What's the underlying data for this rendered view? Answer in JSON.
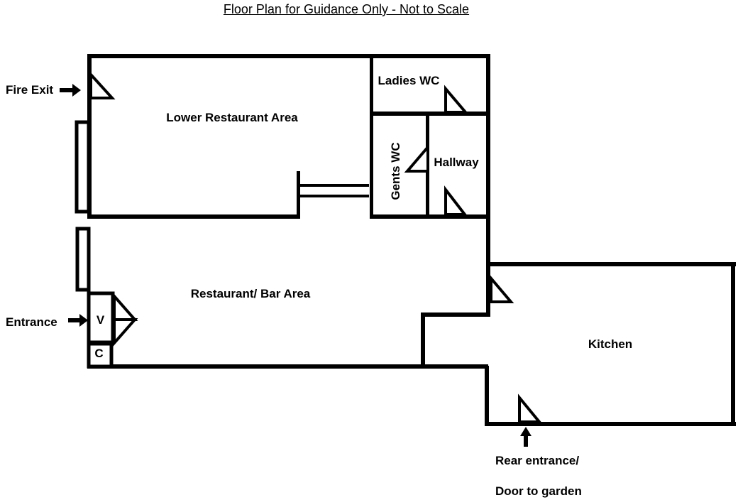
{
  "title": "Floor Plan for Guidance Only - Not to Scale",
  "colors": {
    "line": "#000000",
    "background": "#ffffff"
  },
  "rooms": [
    {
      "label": "Lower Restaurant Area"
    },
    {
      "label": "Ladies WC"
    },
    {
      "label": "Gents WC"
    },
    {
      "label": "Hallway"
    },
    {
      "label": "Restaurant/ Bar Area"
    },
    {
      "label": "Kitchen"
    },
    {
      "label": "V"
    },
    {
      "label": "C"
    }
  ],
  "annotations": {
    "fire_exit": "Fire Exit",
    "entrance": "Entrance",
    "rear_entrance_line1": "Rear entrance/",
    "rear_entrance_line2": "Door to garden"
  }
}
